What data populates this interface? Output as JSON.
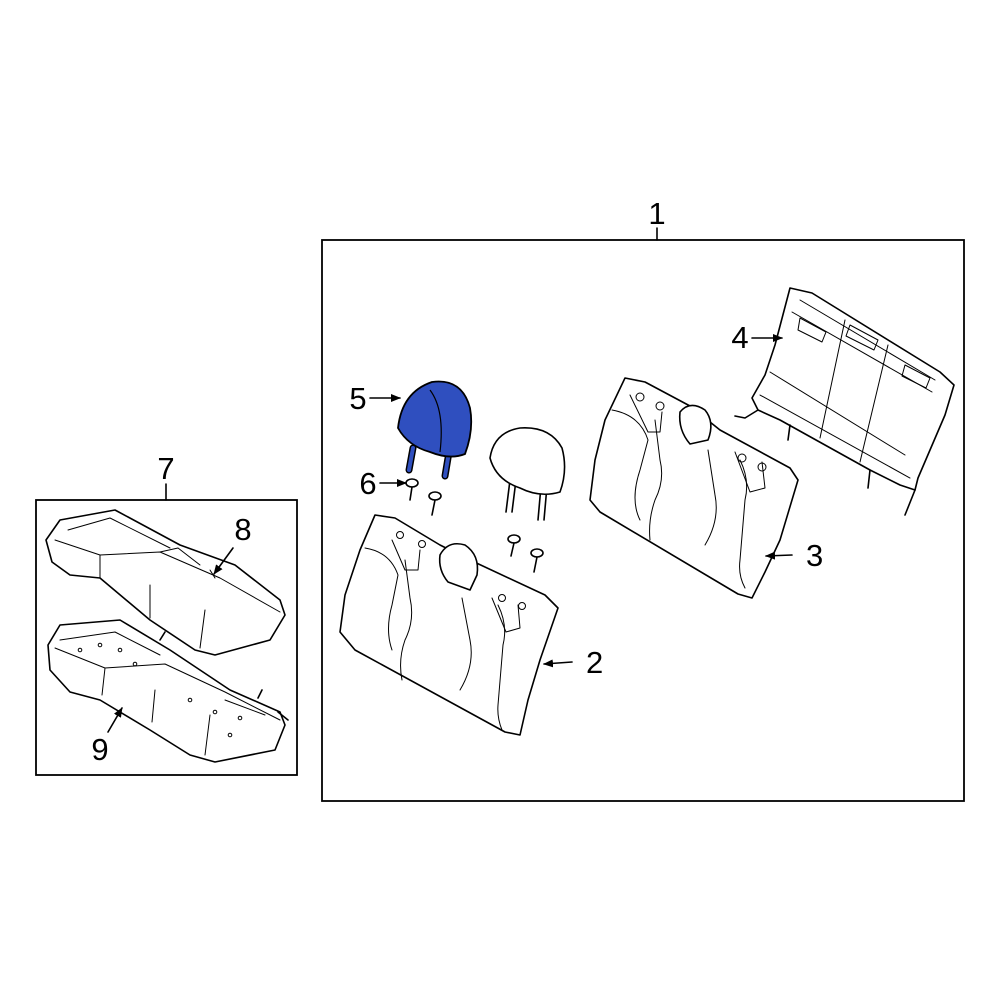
{
  "diagram": {
    "highlight_color": "#2f4fbf",
    "callouts": {
      "c1": "1",
      "c2": "2",
      "c3": "3",
      "c4": "4",
      "c5": "5",
      "c6": "6",
      "c7": "7",
      "c8": "8",
      "c9": "9"
    },
    "highlighted_part": "5"
  }
}
